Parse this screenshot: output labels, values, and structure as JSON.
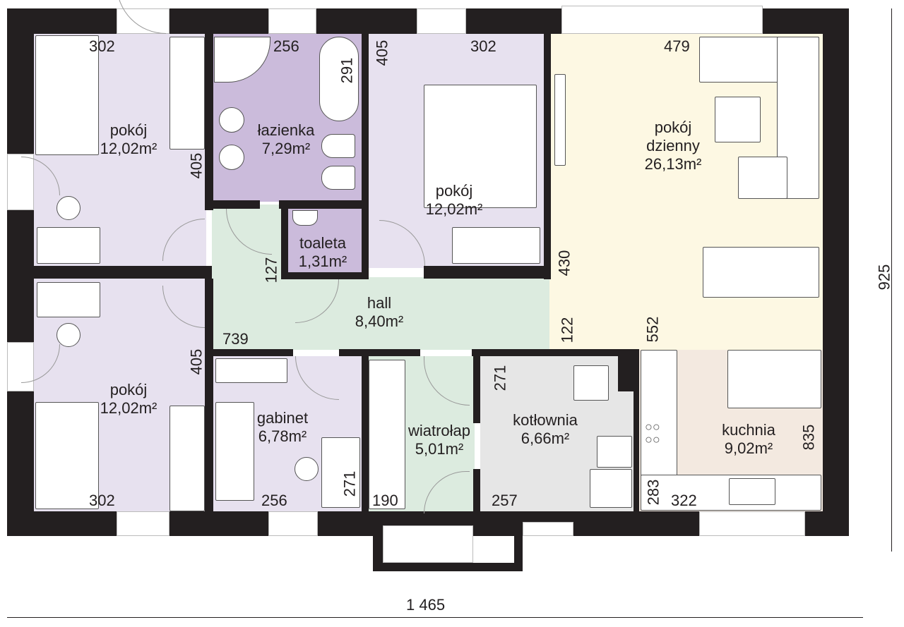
{
  "rooms": [
    {
      "name": "pokój",
      "area": "12,02m²"
    },
    {
      "name": "łazienka",
      "area": "7,29m²"
    },
    {
      "name": "pokój",
      "area": "12,02m²"
    },
    {
      "name": "pokój dzienny",
      "area": "26,13m²"
    },
    {
      "name": "toaleta",
      "area": "1,31m²"
    },
    {
      "name": "hall",
      "area": "8,40m²"
    },
    {
      "name": "pokój",
      "area": "12,02m²"
    },
    {
      "name": "gabinet",
      "area": "6,78m²"
    },
    {
      "name": "wiatrołap",
      "area": "5,01m²"
    },
    {
      "name": "kotłownia",
      "area": "6,66m²"
    },
    {
      "name": "kuchnia",
      "area": "9,02m²"
    }
  ],
  "room_name_lines": {
    "living_1": "pokój",
    "living_2": "dzienny"
  },
  "dims": [
    "302",
    "256",
    "291",
    "405",
    "302",
    "479",
    "405",
    "405",
    "127",
    "430",
    "122",
    "739",
    "552",
    "271",
    "271",
    "302",
    "256",
    "190",
    "257",
    "283",
    "322",
    "835"
  ],
  "overall": {
    "width": "1 465",
    "height": "925"
  },
  "colors": {
    "wall": "#231f20",
    "bedroom": "#e7e1ef",
    "bathroom": "#cbbbdb",
    "hall": "#dcebdf",
    "living": "#fdf8e3",
    "kitchen": "#f3e9e0",
    "boiler": "#e6e6e6"
  }
}
